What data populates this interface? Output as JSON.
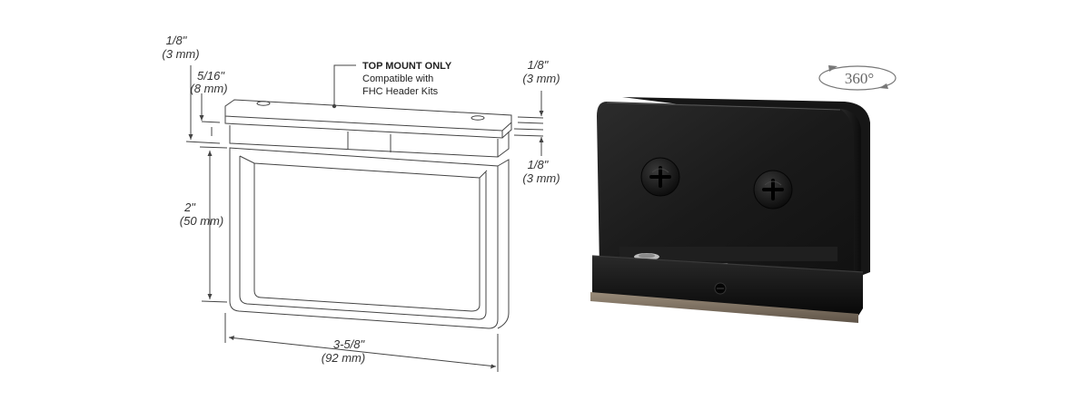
{
  "drawing": {
    "top_gap_value": "1/8\"",
    "top_gap_metric": "(3 mm)",
    "plate_value": "5/16\"",
    "plate_metric": "(8 mm)",
    "height_value": "2\"",
    "height_metric": "(50 mm)",
    "width_value": "3-5/8\"",
    "width_metric": "(92 mm)",
    "right_top_value": "1/8\"",
    "right_top_metric": "(3 mm)",
    "right_low_value": "1/8\"",
    "right_low_metric": "(3 mm)"
  },
  "callout": {
    "title": "TOP MOUNT ONLY",
    "line1": "Compatible with",
    "line2": "FHC Header Kits"
  },
  "rotation_badge": {
    "label": "360°"
  },
  "colors": {
    "line": "#444444",
    "product_body": "#1b1b1b",
    "product_base": "#0f0f0f",
    "gasket": "#7a6e60"
  }
}
